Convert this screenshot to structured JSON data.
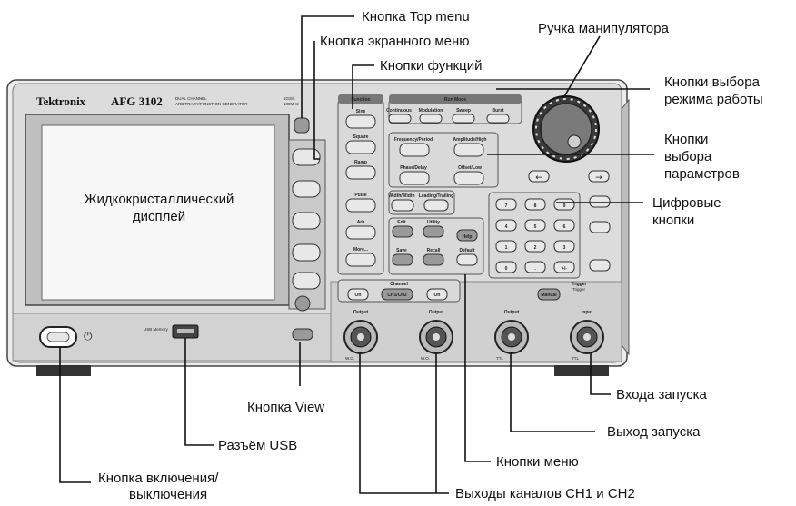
{
  "device": {
    "brand": "Tektronix",
    "model": "AFG 3102",
    "model_desc_1": "DUAL CHANNEL",
    "model_desc_2": "ARBITRARY/FUNCTION GENERATOR",
    "spec_1": "1GS/s",
    "spec_2": "100MHz",
    "usb_label": "USB Memory",
    "group_function": "Function",
    "group_run_mode": "Run Mode",
    "group_channel": "Channel",
    "group_trigger": "Trigger",
    "trigger_sub": "Trigger",
    "function_buttons": [
      "Sine",
      "Square",
      "Ramp",
      "Pulse",
      "Arb",
      "More..."
    ],
    "run_mode_buttons": [
      "Continuous",
      "Modulation",
      "Sweep",
      "Burst"
    ],
    "param_buttons": [
      "Frequency/Period",
      "Amplitude/High",
      "Phase/Delay",
      "Offset/Low"
    ],
    "width_buttons": [
      "Width/Width",
      "Leading/Trailing"
    ],
    "menu_buttons": [
      "Edit",
      "Utility",
      "Save",
      "Recall",
      "Help",
      "Default"
    ],
    "keypad": [
      "7",
      "8",
      "9",
      "4",
      "5",
      "6",
      "1",
      "2",
      "3",
      "0",
      ".",
      "+/-"
    ],
    "channel_buttons": [
      "On",
      "CH1/CH2",
      "On"
    ],
    "manual_button": "Manual",
    "connectors": [
      "Output",
      "Output",
      "Output",
      "Input"
    ],
    "connector_marks": [
      "W.O.",
      "W.O.",
      "TTL",
      "TTL"
    ]
  },
  "labels": {
    "top_menu": "Кнопка Top menu",
    "screen_menu": "Кнопка экранного меню",
    "functions": "Кнопки функций",
    "knob": "Ручка манипулятора",
    "mode_1": "Кнопки выбора",
    "mode_2": "режима работы",
    "params_1": "Кнопки",
    "params_2": "выбора",
    "params_3": "параметров",
    "display_1": "Жидкокристаллический",
    "display_2": "дисплей",
    "digits_1": "Цифровые",
    "digits_2": "кнопки",
    "view": "Кнопка View",
    "trigger_in": "Входа запуска",
    "trigger_out": "Выход запуска",
    "usb": "Разъём USB",
    "menu": "Кнопки меню",
    "power_1": "Кнопка включения/",
    "power_2": "выключения",
    "outputs": "Выходы каналов CH1 и CH2"
  }
}
